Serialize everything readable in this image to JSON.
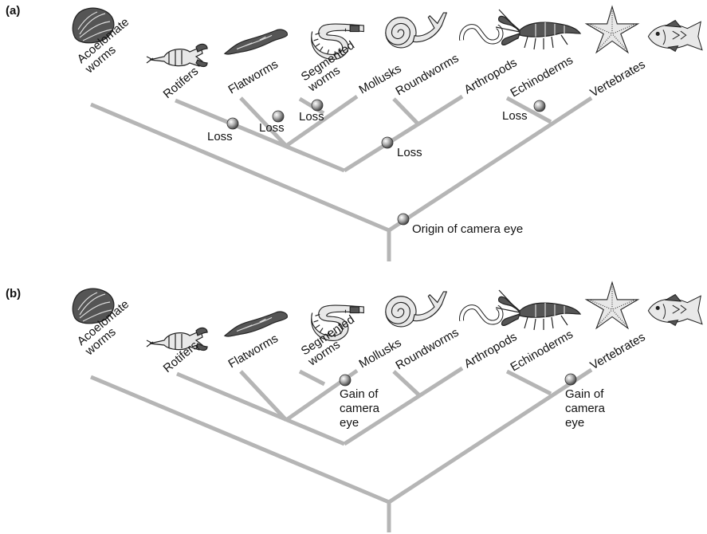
{
  "panels": [
    {
      "label": "(a)",
      "taxa": [
        "Acoelomate worms",
        "Rotifers",
        "Flatworms",
        "Segmented worms",
        "Mollusks",
        "Roundworms",
        "Arthropods",
        "Echinoderms",
        "Vertebrates"
      ],
      "events": [
        "Loss",
        "Loss",
        "Loss",
        "Loss",
        "Loss",
        "Origin of camera eye"
      ]
    },
    {
      "label": "(b)",
      "taxa": [
        "Acoelomate worms",
        "Rotifers",
        "Flatworms",
        "Segmented worms",
        "Mollusks",
        "Roundworms",
        "Arthropods",
        "Echinoderms",
        "Vertebrates"
      ],
      "events": [
        "Gain of camera eye",
        "Gain of camera eye"
      ]
    }
  ],
  "animal_icons": [
    "oyster-icon",
    "rotifer-icon",
    "flatworm-icon",
    "segmented-worm-icon",
    "snail-icon",
    "roundworm-icon",
    "lobster-icon",
    "starfish-icon",
    "fish-icon"
  ]
}
